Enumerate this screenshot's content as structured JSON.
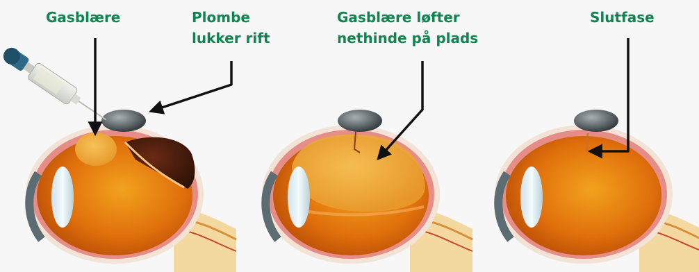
{
  "labels": {
    "gas_bubble": "Gasblære",
    "buckle_closes_tear": "Plombe\nlukker rift",
    "gas_bubble_lifts_retina": "Gasblære løfter\nnethinde på plads",
    "final_stage": "Slutfase"
  },
  "colors": {
    "label_green": "#118451",
    "arrow": "#111111",
    "background": "#f6f7f6"
  }
}
